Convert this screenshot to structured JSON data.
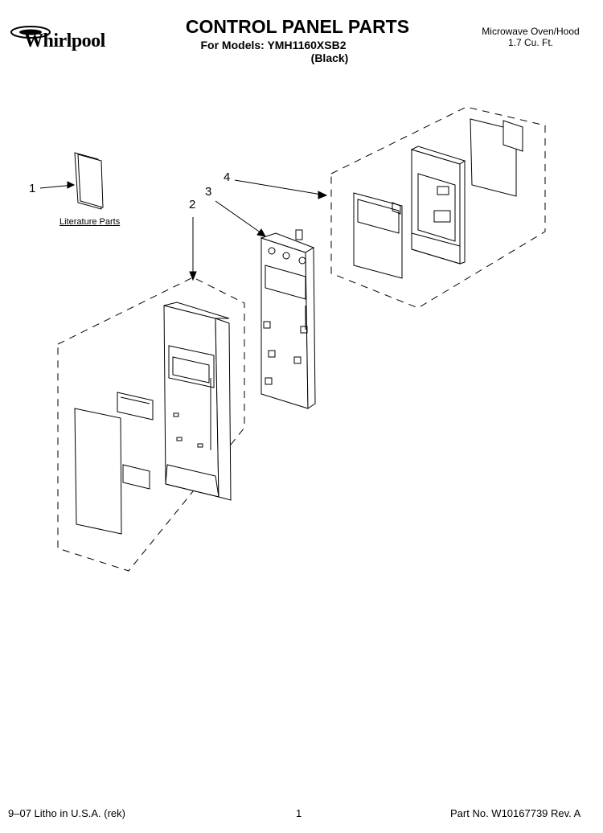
{
  "header": {
    "brand": "Whirlpool",
    "title": "CONTROL PANEL PARTS",
    "models": "For Models: YMH1160XSB2",
    "color": "(Black)",
    "product_line1": "Microwave Oven/Hood",
    "product_line2": "1.7 Cu. Ft."
  },
  "callouts": {
    "c1": "1",
    "c2": "2",
    "c3": "3",
    "c4": "4"
  },
  "labels": {
    "literature_parts": "Literature Parts"
  },
  "footer": {
    "litho": "9–07 Litho in U.S.A. (rek)",
    "page": "1",
    "part_no": "Part No. W10167739 Rev. A"
  },
  "icons": {
    "brand_logo": "whirlpool-logo-icon"
  }
}
